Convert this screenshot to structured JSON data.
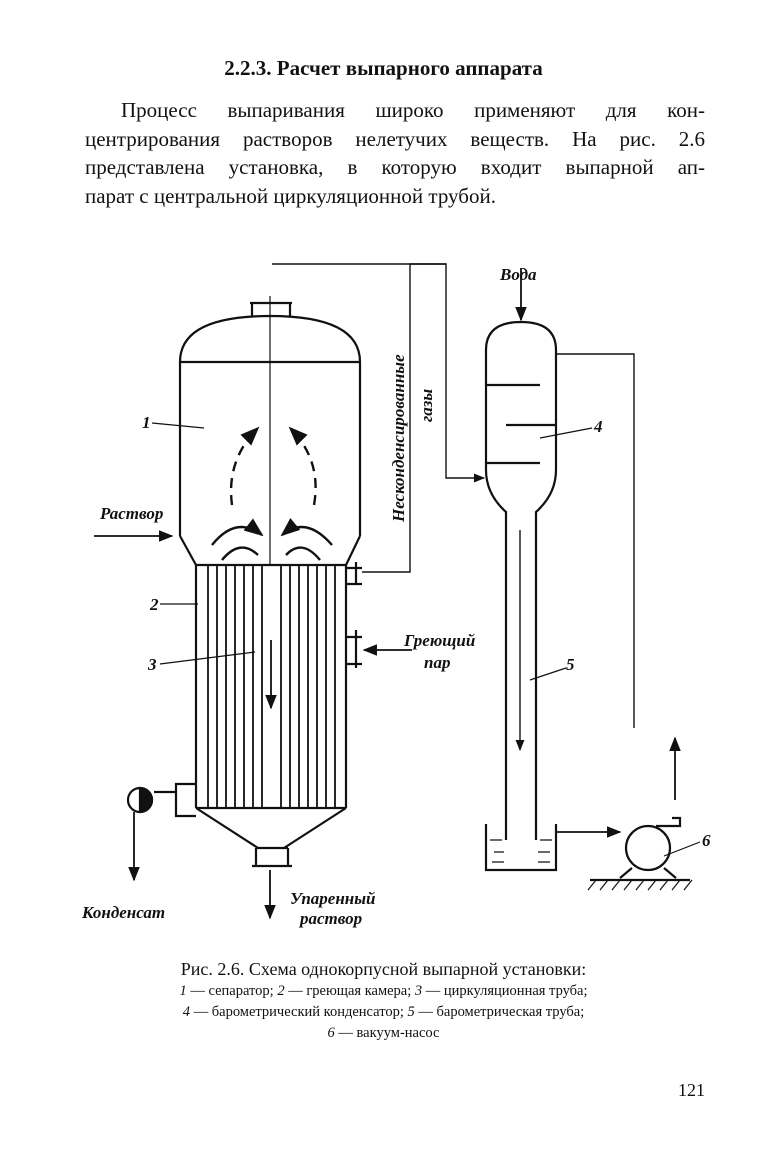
{
  "heading": "2.2.3. Расчет выпарного аппарата",
  "paragraph": [
    "Процесс выпаривания широко применяют для кон-",
    "центрирования растворов нелетучих веществ. На рис. 2.6",
    "представлена установка, в которую входит выпарной ап-",
    "парат с центральной циркуляционной трубой."
  ],
  "figure": {
    "labels": {
      "water": "Вода",
      "gases": "Несконденсированные",
      "gases2": "газы",
      "solution": "Раствор",
      "steam1": "Греющий",
      "steam2": "пар",
      "condensate": "Конденсат",
      "evaporated1": "Упаренный",
      "evaporated2": "раствор"
    },
    "numbers": [
      "1",
      "2",
      "3",
      "4",
      "5",
      "6"
    ]
  },
  "caption": {
    "main": "Рис. 2.6. Схема однокорпусной выпарной установки:",
    "line1": [
      {
        "num": "1",
        "text": " — сепаратор; "
      },
      {
        "num": "2",
        "text": " — греющая камера; "
      },
      {
        "num": "3",
        "text": " — циркуляционная труба;"
      }
    ],
    "line2": [
      {
        "num": "4",
        "text": " — барометрический конденсатор; "
      },
      {
        "num": "5",
        "text": " — барометрическая труба;"
      }
    ],
    "line3": [
      {
        "num": "6",
        "text": " — вакуум-насос"
      }
    ]
  },
  "page_number": "121"
}
